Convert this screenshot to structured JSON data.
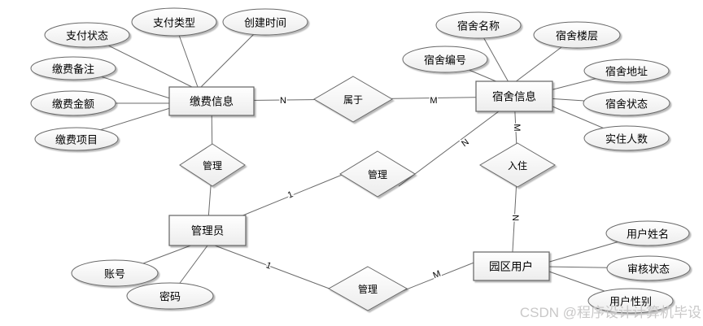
{
  "diagram": {
    "entities": {
      "payment_info": "缴费信息",
      "dorm_info": "宿舍信息",
      "admin": "管理员",
      "park_user": "园区用户"
    },
    "attributes": {
      "pay_status": "支付状态",
      "pay_type": "支付类型",
      "create_time": "创建时间",
      "pay_remark": "缴费备注",
      "pay_amount": "缴费金额",
      "pay_item": "缴费项目",
      "dorm_name": "宿舍名称",
      "dorm_floor": "宿舍楼层",
      "dorm_no": "宿舍编号",
      "dorm_address": "宿舍地址",
      "dorm_status": "宿舍状态",
      "occupant_count": "实住人数",
      "account": "账号",
      "password": "密码",
      "user_name": "用户姓名",
      "audit_status": "审核状态",
      "user_gender": "用户性别"
    },
    "relationships": {
      "belongs_to": "属于",
      "manage_payment": "管理",
      "manage_dorm": "管理",
      "check_in": "入住",
      "manage_user": "管理"
    },
    "cardinalities": {
      "payment_belongs_n": "N",
      "belongs_dorm_m": "M",
      "dorm_checkin_m": "M",
      "dorm_manage_n": "N",
      "admin_managedorm_1": "1",
      "checkin_user_n": "N",
      "admin_manageuser_1": "1",
      "manageuser_user_m": "M"
    }
  },
  "watermark": "CSDN @程序设计计算机毕设",
  "colors": {
    "line": "#6b6b6b",
    "shape_border": "#696969",
    "shape_fill_top": "#ffffff",
    "shape_fill_bottom": "#ececec",
    "watermark": "#c9c8c8"
  }
}
